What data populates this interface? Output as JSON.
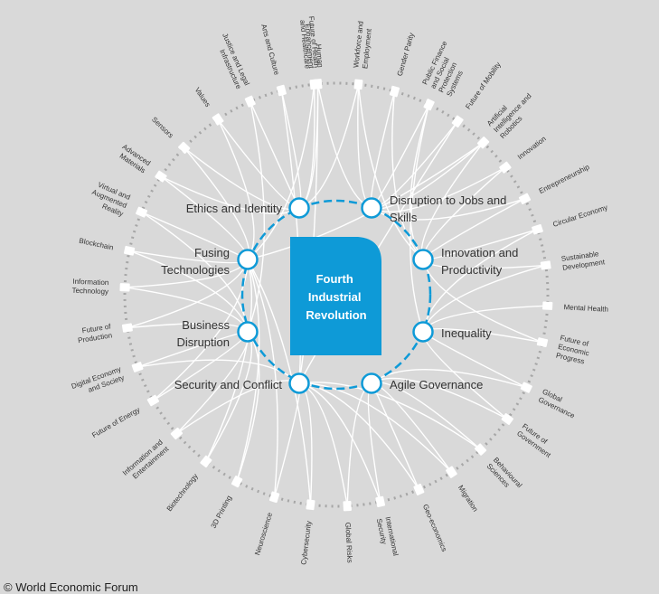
{
  "center": {
    "label": [
      "Fourth",
      "Industrial",
      "Revolution"
    ],
    "color": "#0e9ad7"
  },
  "inner_nodes": [
    {
      "id": "ethics",
      "label": [
        "Ethics and Identity"
      ]
    },
    {
      "id": "jobs",
      "label": [
        "Disruption to Jobs and",
        "Skills"
      ]
    },
    {
      "id": "innovation",
      "label": [
        "Innovation and",
        "Productivity"
      ]
    },
    {
      "id": "inequality",
      "label": [
        "Inequality"
      ]
    },
    {
      "id": "agile",
      "label": [
        "Agile Governance"
      ]
    },
    {
      "id": "security",
      "label": [
        "Security and Conflict"
      ]
    },
    {
      "id": "business",
      "label": [
        "Business",
        "Disruption"
      ]
    },
    {
      "id": "fusing",
      "label": [
        "Fusing",
        "Technologies"
      ]
    }
  ],
  "outer_nodes": [
    {
      "label": [
        "Human",
        "Enhancement"
      ]
    },
    {
      "label": [
        "Workforce and",
        "Employment"
      ]
    },
    {
      "label": [
        "Gender Parity"
      ]
    },
    {
      "label": [
        "Public Finance",
        "and Social",
        "Protection",
        "Systems"
      ]
    },
    {
      "label": [
        "Future of Mobility"
      ]
    },
    {
      "label": [
        "Artificial",
        "Intelligence and",
        "Robotics"
      ]
    },
    {
      "label": [
        "Innovation"
      ]
    },
    {
      "label": [
        "Entrepreneurship"
      ]
    },
    {
      "label": [
        "Circular Economy"
      ]
    },
    {
      "label": [
        "Sustainable",
        "Development"
      ]
    },
    {
      "label": [
        "Mental Health"
      ]
    },
    {
      "label": [
        "Future of",
        "Economic",
        "Progress"
      ]
    },
    {
      "label": [
        "Global",
        "Governance"
      ]
    },
    {
      "label": [
        "Future of",
        "Government"
      ]
    },
    {
      "label": [
        "Behavioural",
        "Sciences"
      ]
    },
    {
      "label": [
        "Migration"
      ]
    },
    {
      "label": [
        "Geo-economics"
      ]
    },
    {
      "label": [
        "International",
        "Security"
      ]
    },
    {
      "label": [
        "Global Risks"
      ]
    },
    {
      "label": [
        "Cybersecurity"
      ]
    },
    {
      "label": [
        "Neuroscience"
      ]
    },
    {
      "label": [
        "3D Printing"
      ]
    },
    {
      "label": [
        "Biotechnology"
      ]
    },
    {
      "label": [
        "Information and",
        "Entertainment"
      ]
    },
    {
      "label": [
        "Future of Energy"
      ]
    },
    {
      "label": [
        "Digital Economy",
        "and Society"
      ]
    },
    {
      "label": [
        "Future of",
        "Production"
      ]
    },
    {
      "label": [
        "Information",
        "Technology"
      ]
    },
    {
      "label": [
        "Blockchain"
      ]
    },
    {
      "label": [
        "Virtual and",
        "Augmented",
        "Reality"
      ]
    },
    {
      "label": [
        "Advanced",
        "Materials"
      ]
    },
    {
      "label": [
        "Sensors"
      ]
    },
    {
      "label": [
        "Values"
      ]
    },
    {
      "label": [
        "Justice and Legal",
        "Infrastructure"
      ]
    },
    {
      "label": [
        "Arts and Culture"
      ]
    },
    {
      "label": [
        "Future of Health",
        "and Healthcare"
      ]
    }
  ],
  "colors": {
    "accent": "#0e9ad7",
    "background": "#d9d9d9",
    "lines": "#ffffff",
    "text": "#333333"
  },
  "footer": {
    "copyright": "© World Economic Forum"
  }
}
